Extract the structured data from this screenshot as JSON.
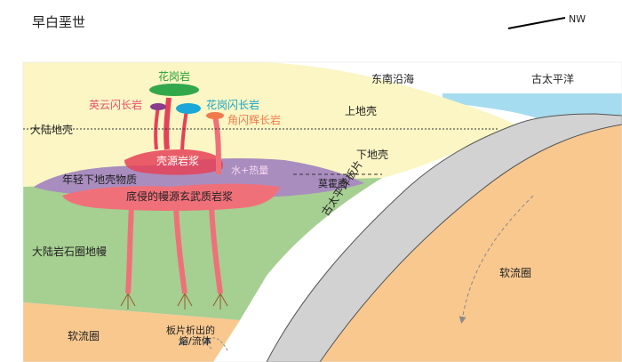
{
  "title": "早白垩世",
  "compass": {
    "label": "NW"
  },
  "labels": {
    "southeast_coast": "东南沿海",
    "paleo_pacific_ocean": "古太平洋",
    "upper_crust": "上地壳",
    "continental_crust": "大陆地壳",
    "lower_crust": "下地壳",
    "granite": "花岗岩",
    "tonalite": "英云闪长岩",
    "granodiorite": "花岗闪长岩",
    "hornblende_diorite": "角闪辉长岩",
    "crustal_magma": "壳源岩浆",
    "water_heat": "水+热量",
    "young_lower_crust": "年轻下地壳物质",
    "moho": "莫霍面",
    "underplated_basalt": "底侵的幔源玄武质岩浆",
    "lithospheric_mantle": "大陆岩石圈地幔",
    "paleo_pacific_slab": "古太平洋板片",
    "asthenosphere_left": "软流圈",
    "asthenosphere_right": "软流圈",
    "slab_fluids_line1": "板片析出的",
    "slab_fluids_line2": "熔/流体"
  },
  "colors": {
    "upper_crust": "#fbf6c4",
    "mantle": "#a6cf92",
    "asthenosphere": "#f8c88f",
    "slab": "#d2d2d2",
    "ocean": "#a6dcef",
    "magma": "#f0707a",
    "magma_dark": "#e54258",
    "lower_crust_purple": "#a98dbf",
    "granite": "#33a84a",
    "tonalite": "#8a3d8c",
    "granodiorite": "#1ba7d8",
    "hornblende_diorite": "#f07a4c"
  }
}
